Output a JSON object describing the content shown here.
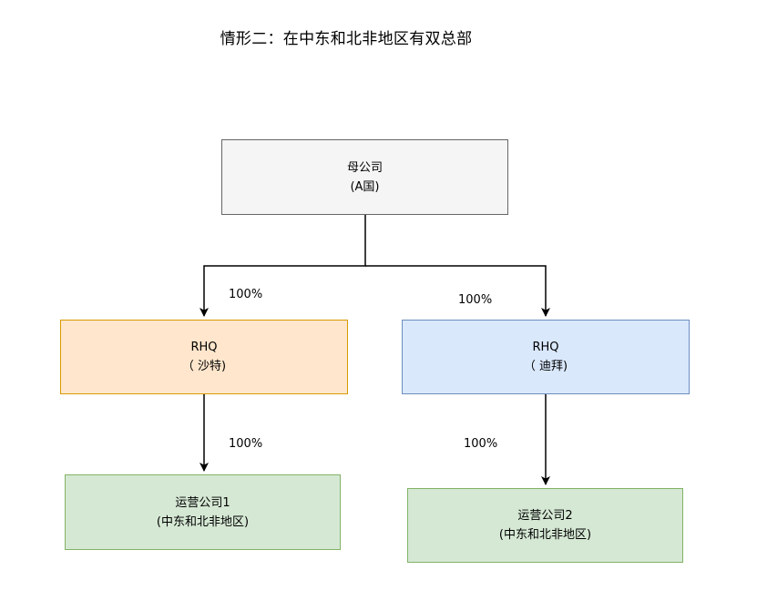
{
  "title": "情形二：在中东和北非地区有双总部",
  "nodes": {
    "parent": {
      "line1": "母公司",
      "line2": "(A国)"
    },
    "rhq_saudi": {
      "line1": "RHQ",
      "line2": "（ 沙特)"
    },
    "rhq_dubai": {
      "line1": "RHQ",
      "line2": "（ 迪拜)"
    },
    "op1": {
      "line1": "运营公司1",
      "line2": "(中东和北非地区)"
    },
    "op2": {
      "line1": "运营公司2",
      "line2": "(中东和北非地区)"
    }
  },
  "edges": {
    "parent_saudi": "100%",
    "parent_dubai": "100%",
    "saudi_op1": "100%",
    "dubai_op2": "100%"
  }
}
